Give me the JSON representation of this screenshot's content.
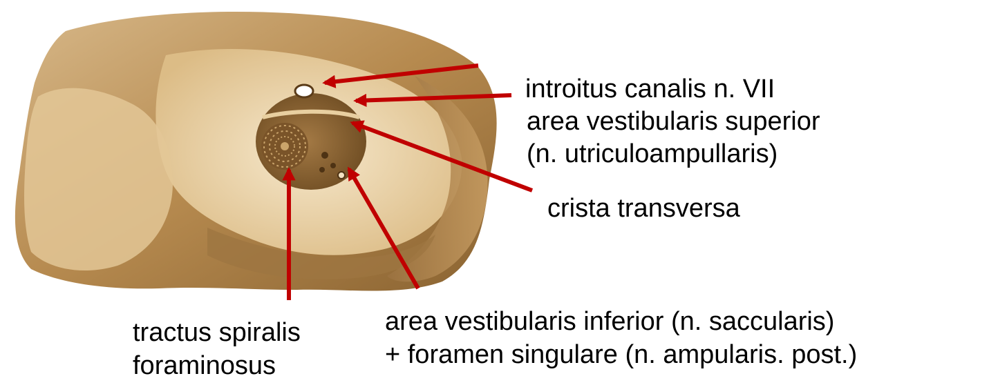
{
  "labels": {
    "introitus": "introitus canalis n. VII",
    "area_vestibularis_superior": "area vestibularis superior",
    "area_vestibularis_superior_nerve": "(n. utriculoampullaris)",
    "crista_transversa": "crista transversa",
    "tractus_line1": "tractus spiralis",
    "tractus_line2": "foraminosus",
    "area_vestibularis_inferior_line1": "area vestibularis inferior (n. saccularis)",
    "area_vestibularis_inferior_line2": "+ foramen singulare (n. ampularis. post.)"
  },
  "colors": {
    "arrow": "#c00000",
    "bone_light": "#e9d3a8",
    "bone_mid": "#c9a066",
    "bone_dark": "#8a6331"
  }
}
